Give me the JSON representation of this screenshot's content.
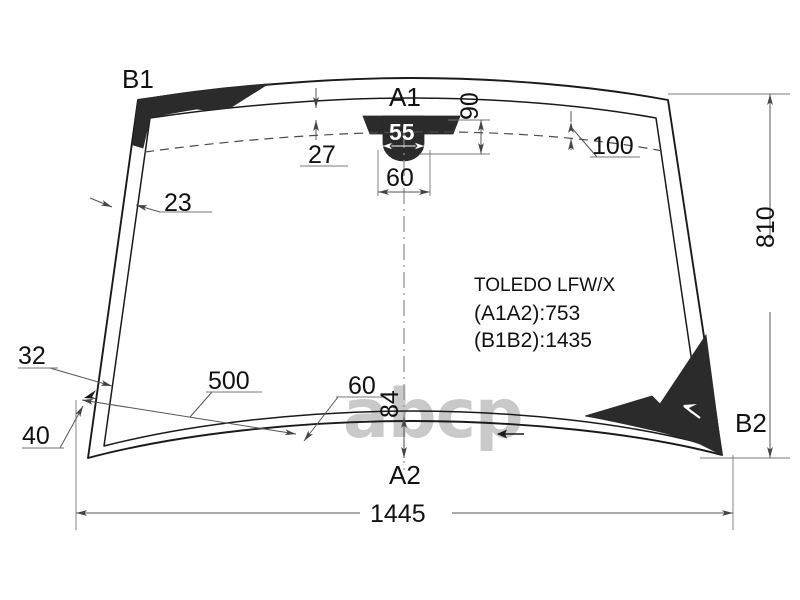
{
  "drawing": {
    "type": "windshield-technical-drawing",
    "part_label": "TOLEDO LFW/X",
    "spec_lines": [
      "(A1A2):753",
      "(B1B2):1435"
    ],
    "watermark": "abcp",
    "corner_labels": {
      "top_left": "B1",
      "top_center": "A1",
      "bottom_right": "B2",
      "bottom_center": "A2"
    },
    "dimensions": {
      "overall_width": "1445",
      "overall_height": "810",
      "top_edge_offset": "27",
      "left_edge_band": "23",
      "mirror_pad_width": "55",
      "mirror_pad_span": "60",
      "upper_right_drop": "90",
      "upper_right_callout": "100",
      "bottom_left_upper": "32",
      "bottom_left_lower": "40",
      "bottom_span": "500",
      "bottom_offset": "60",
      "bottom_drop": "84"
    },
    "colors": {
      "line": "#1a1a1a",
      "band": "#2b2b2b",
      "dimension": "#555555",
      "watermark": "#c9c9c9",
      "background": "#ffffff"
    }
  },
  "chart_data": {
    "type": "table",
    "title": "TOLEDO LFW/X",
    "categories": [
      "overall_width",
      "overall_height",
      "A1A2",
      "B1B2",
      "top_edge_offset",
      "left_edge_band",
      "mirror_pad_width",
      "mirror_pad_span",
      "upper_right_drop",
      "upper_right_callout",
      "bottom_left_upper",
      "bottom_left_lower",
      "bottom_span",
      "bottom_offset",
      "bottom_drop"
    ],
    "values": [
      1445,
      810,
      753,
      1435,
      27,
      23,
      55,
      60,
      90,
      100,
      32,
      40,
      500,
      60,
      84
    ]
  }
}
